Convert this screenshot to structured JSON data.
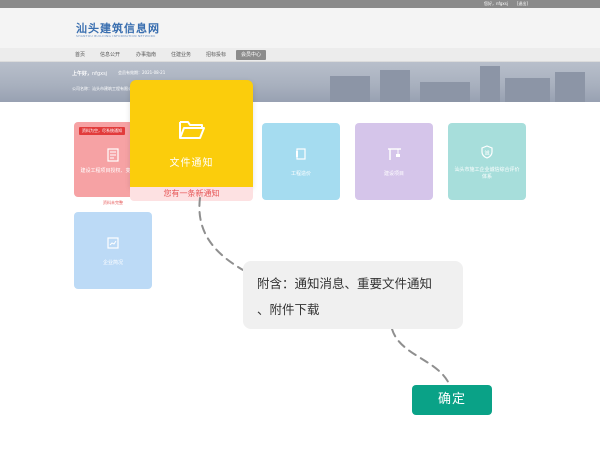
{
  "topbar": {
    "user": "您好，nfgxsj",
    "logout": "[退出]"
  },
  "header": {
    "title": "汕头建筑信息网",
    "subtitle": "SHANTOU BUILDING INFORMATION NETWORK"
  },
  "nav": {
    "items": [
      {
        "label": "首页",
        "active": false
      },
      {
        "label": "信息公开",
        "active": false
      },
      {
        "label": "办事指南",
        "active": false
      },
      {
        "label": "住建业务",
        "active": false
      },
      {
        "label": "招标投标",
        "active": false
      },
      {
        "label": "会员中心",
        "active": true
      }
    ]
  },
  "banner": {
    "greeting": "上午好，",
    "username": "nfgxsj",
    "member_label": "会员有效期：",
    "member_value": "2021-08-21",
    "company_label": "公司名称：汕头市建筑工程有限公司"
  },
  "tiles": {
    "red": {
      "badge": "资料为空，尽系统通知",
      "label": "建设工程项目授权、变更登记",
      "sub": "资料未完整"
    },
    "blue": {
      "label": "工程造价"
    },
    "purple": {
      "label": "建设项目"
    },
    "teal": {
      "label": "汕头市施工企业诚信综合评价体系"
    },
    "lblue": {
      "label": "企业简况"
    }
  },
  "highlight": {
    "label": "文件通知",
    "notice": "您有一条新通知"
  },
  "tooltip": {
    "line1": "附含：通知消息、重要文件通知",
    "line2": "、附件下载"
  },
  "confirm": {
    "label": "确定"
  },
  "colors": {
    "highlight": "#fbcd0c",
    "confirm": "#0aa287",
    "red_tile": "#f6a2a4",
    "blue_tile": "#a5dcf0",
    "purple_tile": "#d5c5ea",
    "teal_tile": "#a7dedb",
    "lblue_tile": "#bcdaf6"
  }
}
